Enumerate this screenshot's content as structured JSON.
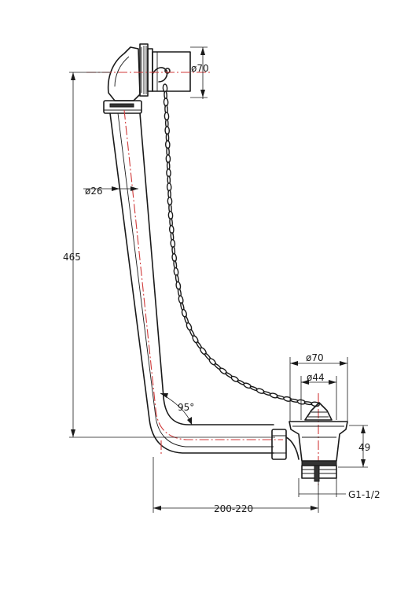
{
  "dimensions": {
    "overflow_diameter": "ø70",
    "pipe_diameter": "ø26",
    "height": "465",
    "bend_angle": "95°",
    "waste_outer_diameter": "ø70",
    "waste_inner_diameter": "ø44",
    "waste_height": "49",
    "horizontal_reach": "200-220",
    "thread": "G1-1/2"
  }
}
